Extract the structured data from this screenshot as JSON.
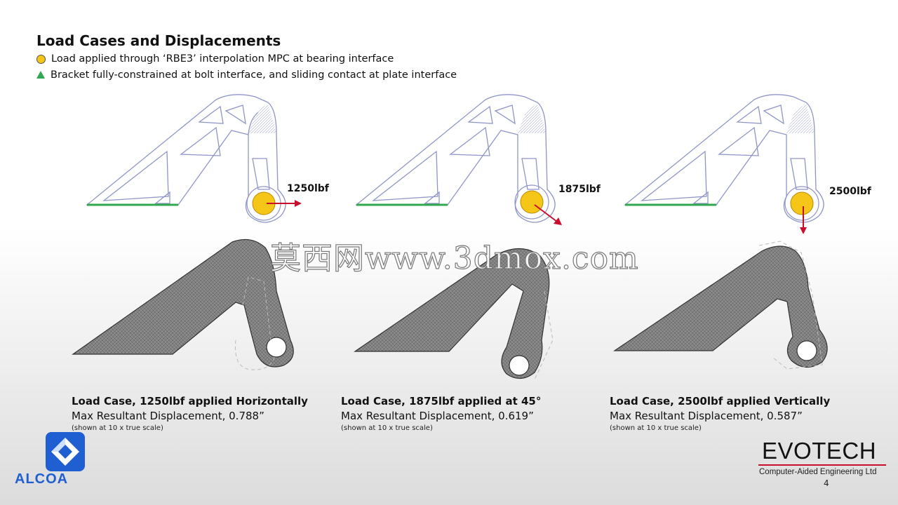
{
  "slide": {
    "title": "Load Cases and Displacements",
    "bullets": [
      {
        "icon": "yellow-circle-icon",
        "text": "Load applied through ‘RBE3’ interpolation MPC at bearing interface"
      },
      {
        "icon": "green-triangle-icon",
        "text": "Bracket fully-constrained at bolt interface, and sliding contact at plate interface"
      }
    ]
  },
  "load_cases": [
    {
      "load_label": "1250lbf",
      "caption_title": "Load Case, 1250lbf applied Horizontally",
      "caption_sub": "Max Resultant Displacement, 0.788”",
      "caption_note": "(shown at 10 x true scale)"
    },
    {
      "load_label": "1875lbf",
      "caption_title": "Load Case, 1875lbf applied at 45°",
      "caption_sub": "Max Resultant Displacement, 0.619”",
      "caption_note": "(shown at 10 x true scale)"
    },
    {
      "load_label": "2500lbf",
      "caption_title": "Load Case, 2500lbf applied Vertically",
      "caption_sub": "Max Resultant Displacement, 0.587”",
      "caption_note": "(shown at 10 x true scale)"
    }
  ],
  "watermark": "莫西网www.3dmox.com",
  "logos": {
    "alcoa": "ALCOA",
    "evotech": "EVOTECH",
    "evotech_sub": "Computer-Aided Engineering Ltd"
  },
  "page_number": "4",
  "colors": {
    "load_marker": "#f5c518",
    "constraint": "#2fa84f",
    "arrow": "#c8102e",
    "alcoa_blue": "#1f5fd1",
    "evotech_line": "#c8102e"
  }
}
